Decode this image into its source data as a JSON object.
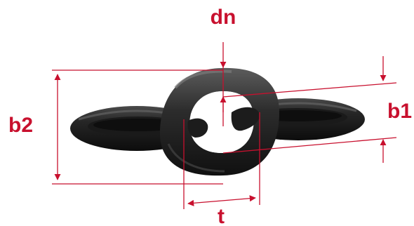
{
  "diagram": {
    "labels": {
      "dn": "dn",
      "b1": "b1",
      "b2": "b2",
      "t": "t"
    },
    "colors": {
      "dimension": "#c8102e",
      "chain_dark": "#151515",
      "chain_mid": "#2e2e2e",
      "chain_light": "#5a5a5a",
      "background": "#ffffff"
    }
  }
}
